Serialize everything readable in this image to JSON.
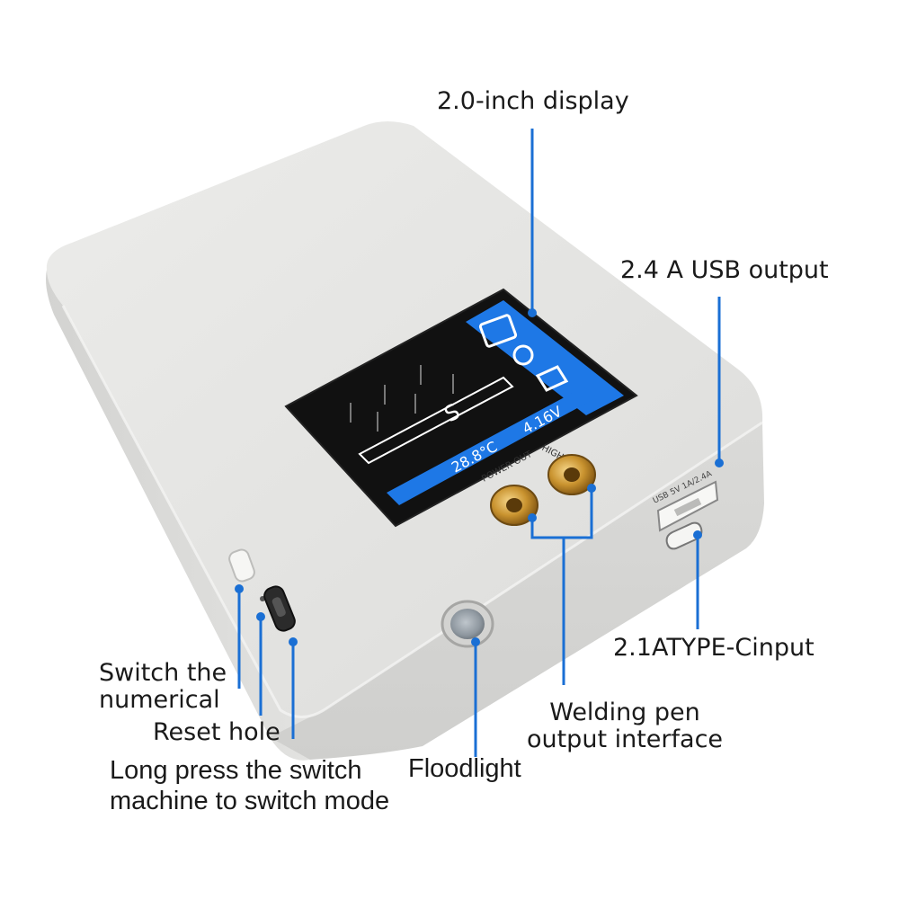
{
  "callouts": {
    "display": "2.0-inch display",
    "usb_output": "2.4 A USB output",
    "type_c_input": "2.1ATYPE-Cinput",
    "welding_pen_line1": "Welding pen",
    "welding_pen_line2": "output interface",
    "floodlight": "Floodlight",
    "switch_numerical_line1": "Switch the",
    "switch_numerical_line2": "numerical",
    "reset_hole": "Reset hole",
    "long_press_line1": "Long press the switch",
    "long_press_line2": "machine to switch mode"
  },
  "device_markings": {
    "terminal_label_line1": "HIGH",
    "terminal_label_line2": "POWER OUT",
    "usb_label": "USB 5V 1A/2.4A"
  },
  "screen": {
    "voltage": "4.16V",
    "temperature": "28.8°C",
    "mode_letter": "S"
  },
  "colors": {
    "callout_line": "#1a6fd4",
    "screen_accent": "#1e78e6",
    "body": "#e2e2e0"
  }
}
